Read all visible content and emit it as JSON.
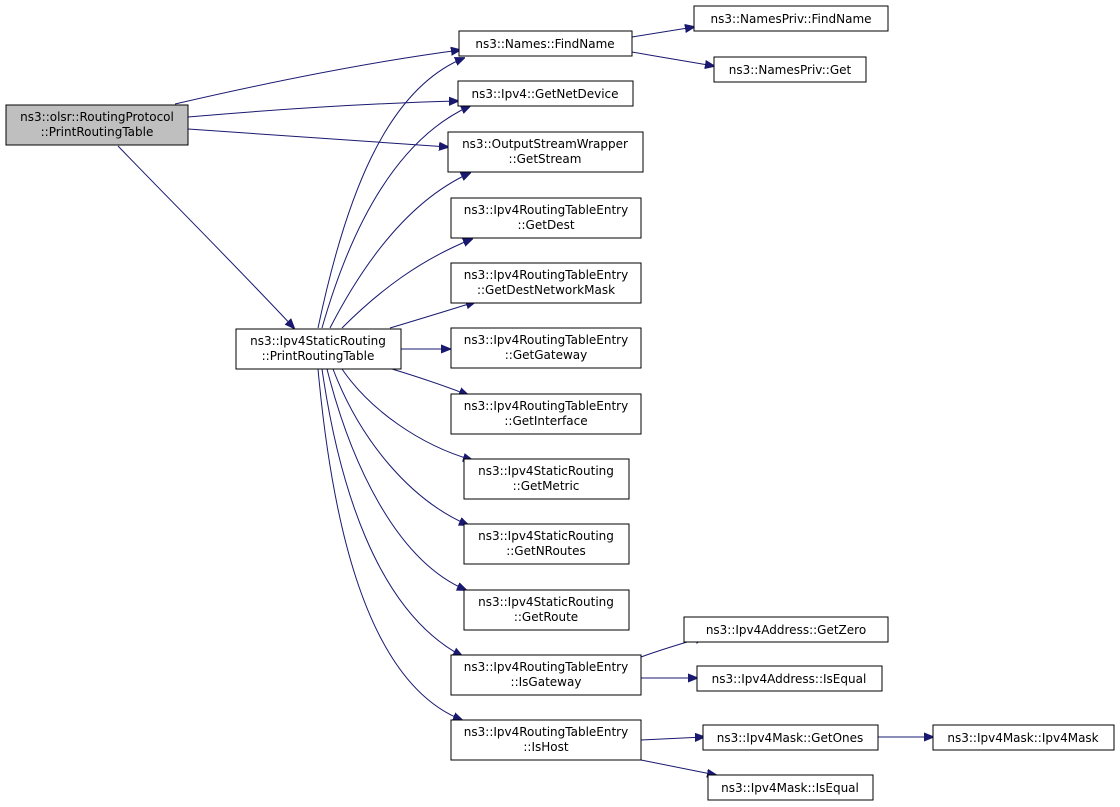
{
  "colors": {
    "edge": "#191970",
    "root_fill": "#bfbfbf",
    "node_fill": "#ffffff",
    "border": "#000000"
  },
  "nodes": {
    "root": [
      "ns3::olsr::RoutingProtocol",
      "::PrintRoutingTable"
    ],
    "static_print": [
      "ns3::Ipv4StaticRouting",
      "::PrintRoutingTable"
    ],
    "names_findname": [
      "ns3::Names::FindName"
    ],
    "namespriv_findname": [
      "ns3::NamesPriv::FindName"
    ],
    "namespriv_get": [
      "ns3::NamesPriv::Get"
    ],
    "ipv4_getnetdevice": [
      "ns3::Ipv4::GetNetDevice"
    ],
    "osw_getstream": [
      "ns3::OutputStreamWrapper",
      "::GetStream"
    ],
    "rte_getdest": [
      "ns3::Ipv4RoutingTableEntry",
      "::GetDest"
    ],
    "rte_getdestnetworkmask": [
      "ns3::Ipv4RoutingTableEntry",
      "::GetDestNetworkMask"
    ],
    "rte_getgateway": [
      "ns3::Ipv4RoutingTableEntry",
      "::GetGateway"
    ],
    "rte_getinterface": [
      "ns3::Ipv4RoutingTableEntry",
      "::GetInterface"
    ],
    "sr_getmetric": [
      "ns3::Ipv4StaticRouting",
      "::GetMetric"
    ],
    "sr_getnroutes": [
      "ns3::Ipv4StaticRouting",
      "::GetNRoutes"
    ],
    "sr_getroute": [
      "ns3::Ipv4StaticRouting",
      "::GetRoute"
    ],
    "rte_isgateway": [
      "ns3::Ipv4RoutingTableEntry",
      "::IsGateway"
    ],
    "rte_ishost": [
      "ns3::Ipv4RoutingTableEntry",
      "::IsHost"
    ],
    "addr_getzero": [
      "ns3::Ipv4Address::GetZero"
    ],
    "addr_isequal": [
      "ns3::Ipv4Address::IsEqual"
    ],
    "mask_getones": [
      "ns3::Ipv4Mask::GetOnes"
    ],
    "mask_ipv4mask": [
      "ns3::Ipv4Mask::Ipv4Mask"
    ],
    "mask_isequal": [
      "ns3::Ipv4Mask::IsEqual"
    ]
  }
}
